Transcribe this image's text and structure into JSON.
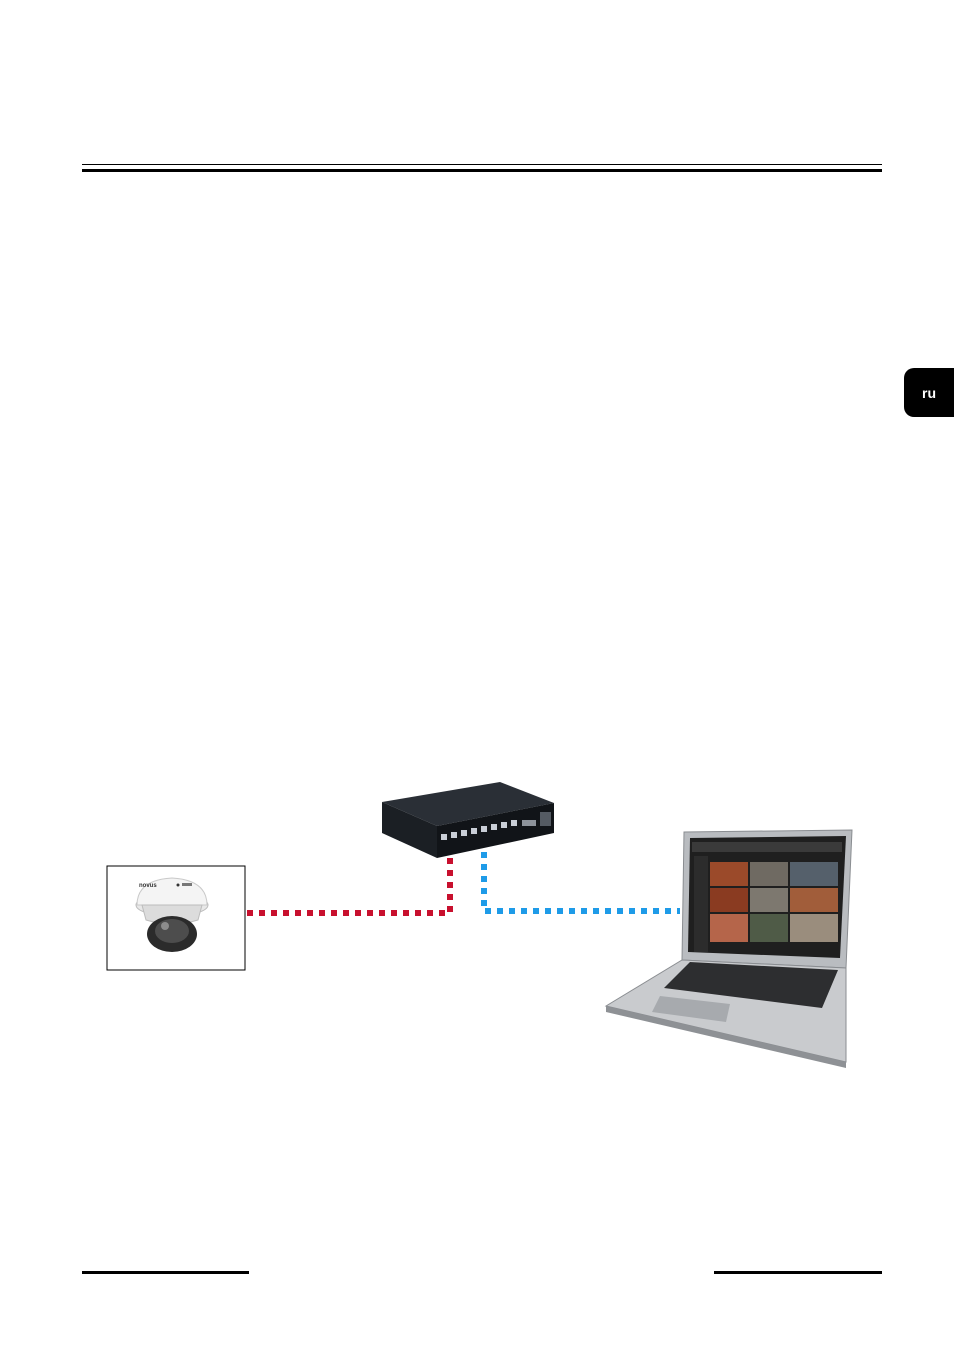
{
  "header": {},
  "sidebar": {
    "language_tab": "ru"
  },
  "diagram": {
    "devices": [
      {
        "id": "camera",
        "icon": "dome-camera-icon"
      },
      {
        "id": "switch",
        "icon": "network-switch-icon"
      },
      {
        "id": "laptop",
        "icon": "laptop-icon"
      }
    ],
    "links": [
      {
        "from": "camera",
        "to": "switch",
        "color": "#c8102e",
        "style": "dotted"
      },
      {
        "from": "switch",
        "to": "laptop",
        "color": "#1e9be8",
        "style": "dotted"
      }
    ],
    "camera_brand": "novus"
  }
}
